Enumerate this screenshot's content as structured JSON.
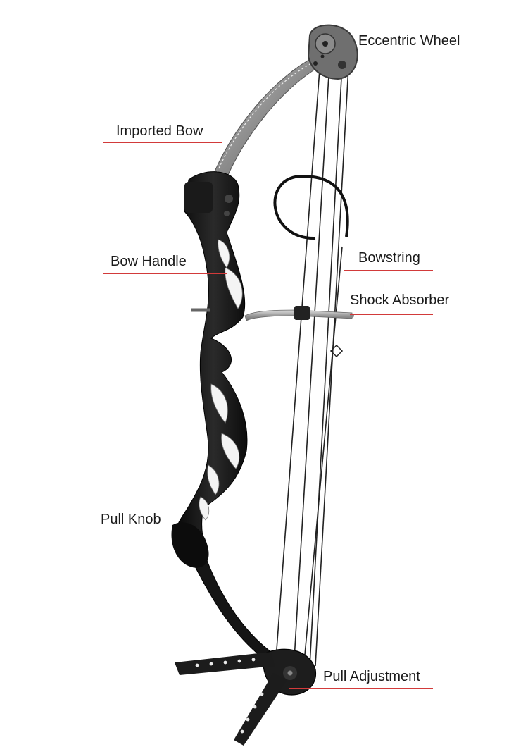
{
  "labels": {
    "eccentric_wheel": "Eccentric Wheel",
    "imported_bow": "Imported Bow",
    "bow_handle": "Bow Handle",
    "bowstring": "Bowstring",
    "shock_absorber": "Shock Absorber",
    "pull_knob": "Pull Knob",
    "pull_adjustment": "Pull Adjustment"
  },
  "colors": {
    "callout_rule": "#d23a3a",
    "riser": "#151515",
    "limb": "#9a9a9a",
    "string": "#222222"
  }
}
